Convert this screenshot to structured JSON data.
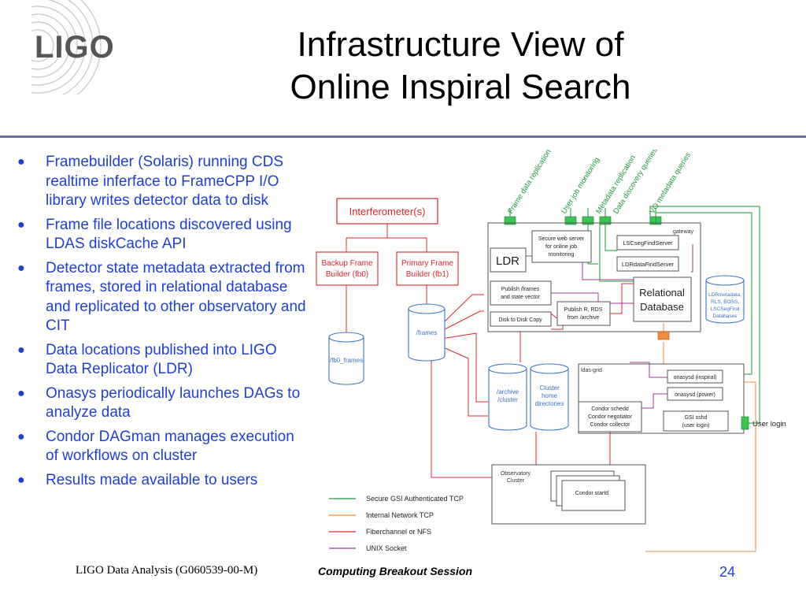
{
  "logo": {
    "text": "LIGO"
  },
  "title": {
    "line1": "Infrastructure View of",
    "line2": "Online Inspiral Search"
  },
  "bullets": [
    "Framebuilder (Solaris) running CDS realtime inferface to FrameCPP I/O library writes detector data to disk",
    "Frame file locations discovered using LDAS diskCache API",
    "Detector state metadata extracted from frames, stored in relational database and replicated to other observatory and CIT",
    "Data locations published into LIGO Data Replicator (LDR)",
    "Onasys periodically launches DAGs to analyze data",
    "Condor DAGman manages execution of workflows on cluster",
    "Results made available to users"
  ],
  "diagram": {
    "interferometer": "Interferometer(s)",
    "backup_fb_1": "Backup Frame",
    "backup_fb_2": "Builder (fb0)",
    "primary_fb_1": "Primary Frame",
    "primary_fb_2": "Builder (fb1)",
    "fb0_frames": "/fb0_frames",
    "frames": "/frames",
    "gateway": "gateway",
    "ldr": "LDR",
    "secure_web_1": "Secure web server",
    "secure_web_2": "for online job",
    "secure_web_3": "monitoring",
    "lscseg": "LSCsegFindServer",
    "ldrdata": "LDRdataFindServer",
    "publish_frames_1": "Publish /frames",
    "publish_frames_2": "and state vector",
    "publish_r_1": "Publish R, RDS",
    "publish_r_2": "from /archive",
    "disk_copy": "Disk to Disk Copy",
    "reldb_1": "Relational",
    "reldb_2": "Database",
    "dbs_1": "LDRmetadata,",
    "dbs_2": "RLS, BOSS,",
    "dbs_3": "LSCSegFind",
    "dbs_4": "Databases",
    "ldas_grid": "ldas-grid",
    "onasysd_inspiral": "onasysd (inspiral)",
    "onasysd_power": "onasysd (power)",
    "condor_1": "Condor schedd",
    "condor_2": "Condor negotiator",
    "condor_3": "Condor collector",
    "gsi_1": "GSI sshd",
    "gsi_2": "(user login)",
    "user_login": "User login",
    "archive_1": "/archive",
    "archive_2": "/cluster",
    "cluster_home_1": "Cluster",
    "cluster_home_2": "home",
    "cluster_home_3": "directories",
    "obs_cluster_1": "Observatory",
    "obs_cluster_2": "Cluster",
    "condor_startd": "Condor startd",
    "rot_frame_repl": "Frame data replication",
    "rot_user_job": "User job monitoring",
    "rot_metadata": "Metadata replication",
    "rot_data_disc": "Data discovery queries",
    "rot_vo_meta": "VO metadata queries",
    "legend": [
      {
        "label": "Secure GSI Authenticated TCP",
        "color": "#1a9a3a"
      },
      {
        "label": "Internal Network TCP",
        "color": "#f28c3c"
      },
      {
        "label": "Fiberchannel or NFS",
        "color": "#d9282f"
      },
      {
        "label": "UNIX Socket",
        "color": "#9b3c8f"
      }
    ]
  },
  "footer": {
    "left": "LIGO Data Analysis (G060539-00-M)",
    "center": "Computing Breakout Session",
    "page": "24"
  },
  "colors": {
    "bullet_text": "#1f3fd6",
    "rule": "#6a6f9a",
    "red_box": "#d9282f",
    "cylinder": "#3a73c9",
    "green": "#1a9a3a",
    "purple": "#9b3c8f",
    "orange": "#f28c3c"
  }
}
